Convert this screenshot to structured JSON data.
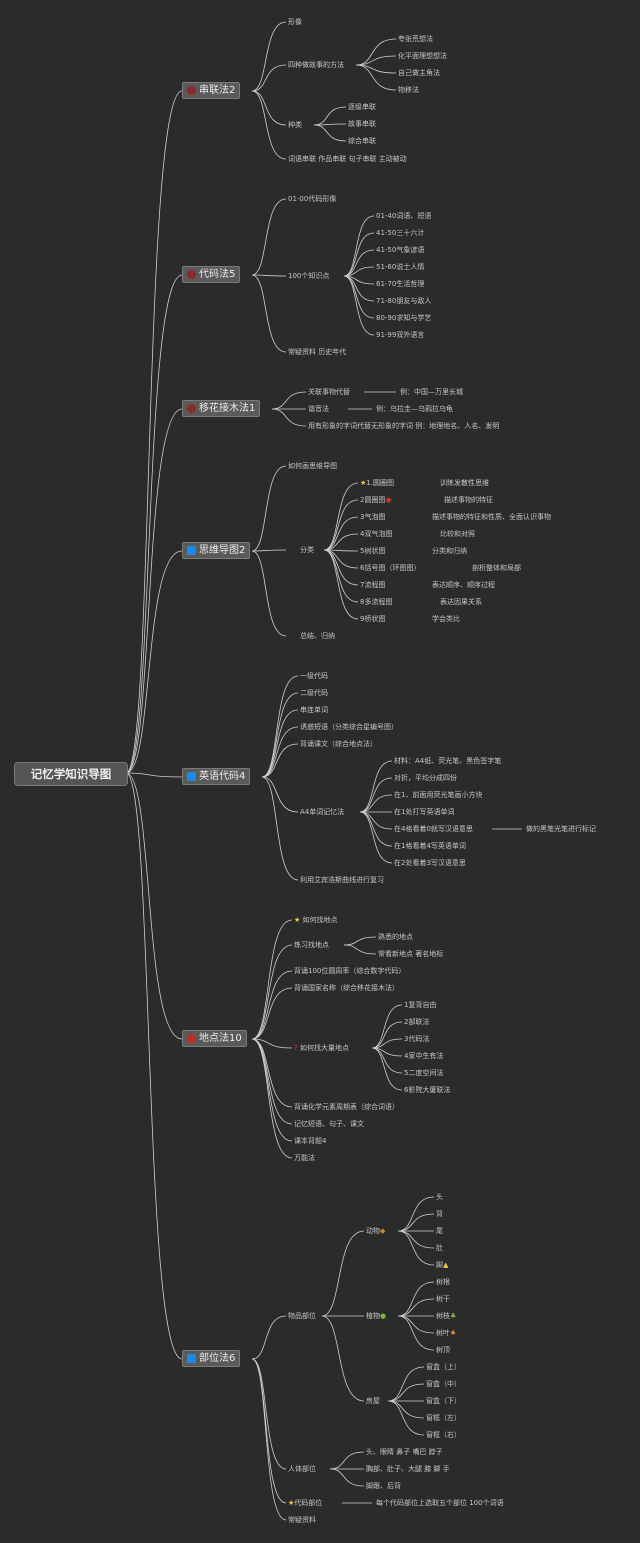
{
  "root": "记忆学知识导图",
  "colors": {
    "background": "#2b2b2b",
    "line": "#d0d0d0",
    "blue": "#1e88e5",
    "red": "#c62828",
    "dred": "#8b2a2a"
  },
  "branches": [
    {
      "label": "串联法2",
      "icon": "red-circle-icon",
      "icon_color": "#8b2a2a"
    },
    {
      "label": "代码法5",
      "icon": "red-circle-icon",
      "icon_color": "#8b2a2a"
    },
    {
      "label": "移花接木法1",
      "icon": "red-circle-icon",
      "icon_color": "#8b2a2a"
    },
    {
      "label": "思维导图2",
      "icon": "blue-flag-icon",
      "icon_color": "#1e88e5"
    },
    {
      "label": "英语代码4",
      "icon": "blue-flag-icon",
      "icon_color": "#1e88e5"
    },
    {
      "label": "地点法10",
      "icon": "red-dot-icon",
      "icon_color": "#c62828"
    },
    {
      "label": "部位法6",
      "icon": "blue-flag-icon",
      "icon_color": "#1e88e5"
    }
  ],
  "b1": {
    "n1": "形像",
    "n2": "四种做故事的方法",
    "n2c": [
      "夸张荒想法",
      "化平面理想想法",
      "自己做主角法",
      "物移法"
    ],
    "n3": "种类",
    "n3c": [
      "逐级串联",
      "故事串联",
      "综合串联"
    ],
    "n4": "词语串联 作品串联 句子串联 主动被动"
  },
  "b2": {
    "n1": "01-00代码形像",
    "n2": "100个知识点",
    "n2c": [
      "01-40词语、短语",
      "41-50三十六计",
      "41-50气象谚语",
      "51-60说士人情",
      "61-70生活哲理",
      "71-80朋友与敌人",
      "80-90求知与学艺",
      "91-99双外语言"
    ],
    "n3": "常疑资料 历史年代"
  },
  "b3": {
    "n1": "关联事物代替",
    "n1r": "例：中国—万里长城",
    "n2": "谐音法",
    "n2r": "例：乌拉圭—乌鸦拉乌龟",
    "n3": "用有形象的字词代替无形象的字词 例：地理地名、人名、发明"
  },
  "b4": {
    "n1": "如何画思维导图",
    "n2": "分类",
    "n2c": [
      "1.圆圈图",
      "2圆圈图",
      "3气泡图",
      "4双气泡图",
      "5树状图",
      "6括号图（环图图）",
      "7流程图",
      "8多流程图",
      "9桥状图"
    ],
    "n2r": [
      "训练发散性思维",
      "描述事物的特征",
      "描述事物的特征和性质、全面认识事物",
      "比较和对照",
      "分类和归纳",
      "剖析整体和局部",
      "表达顺序、顺序过程",
      "表达因果关系",
      "学会类比"
    ],
    "n3": "总结、归纳"
  },
  "b5": {
    "n1": [
      "一级代码",
      "二级代码",
      "串连单词",
      "诱惑短语（分类综合星编号图）",
      "背诵课文（综合地点法）"
    ],
    "n2": "A4单词记忆法",
    "n2c": [
      "材料：A4纸、荧光笔、黑色签字笔",
      "对折，平均分成四份",
      "在1、前面用荧光笔画小方块",
      "在1处打写英语单词",
      "在4格看着0就写汉语意思",
      "在1格看着4写英语单词",
      "在2处看着3写汉语意思"
    ],
    "n2cr": "做的黑笔光笔进行标记",
    "n3": "利用艾宾浩斯曲线进行复习"
  },
  "b6": {
    "n1": "如何找地点",
    "n2": "练习找地点",
    "n2c": [
      "熟悉的地点",
      "常看新地点 著名地标"
    ],
    "n3": "背诵100位圆周率（综合数字代码）",
    "n4": "背诵国家名称（综合移花接木法）",
    "n5": "如何找大量地点",
    "n5c": [
      "1复背自由",
      "2部联法",
      "3代码法",
      "4家中生有法",
      "5二度空间法",
      "6影院大厦联法"
    ],
    "n6": "背诵化学元素周期表（综合词语）",
    "n7": "记忆短语、句子、课文",
    "n8": "课本背题4",
    "n9": "万能法"
  },
  "b7": {
    "n1": "物品部位",
    "a": "动物",
    "ac": [
      "头",
      "背",
      "尾",
      "肚",
      "脚"
    ],
    "b": "植物",
    "bc": [
      "树根",
      "树干",
      "树枝",
      "树叶",
      "树顶"
    ],
    "c": "房屋",
    "cc": [
      "窗盒（上）",
      "窗盒（中）",
      "窗盒（下）",
      "窗框（左）",
      "窗框（右）"
    ],
    "n2": "人体部位",
    "n2c": [
      "头、眼睛 鼻子 嘴巴 脖子",
      "胸部、肚子、大腿 膝 脚 手",
      "脚跟、后背"
    ],
    "n3": "代码部位",
    "n3r": "每个代码部位上选取五个部位 100个词语",
    "n4": "常疑资料"
  }
}
